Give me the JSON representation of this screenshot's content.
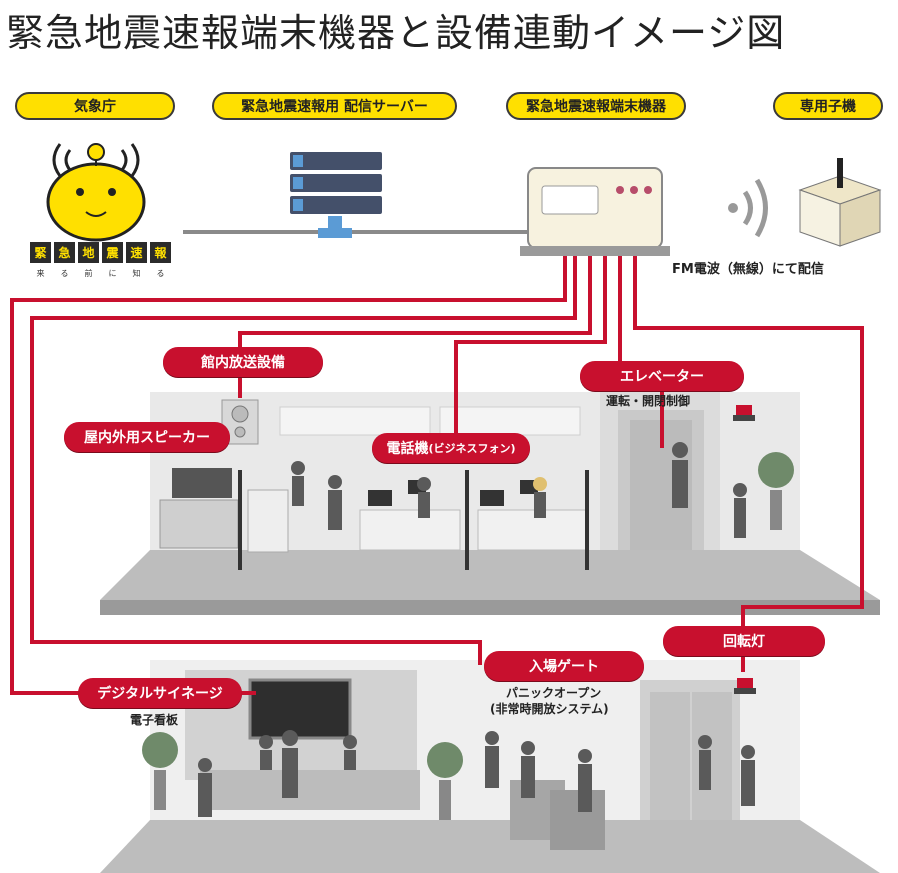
{
  "title": "緊急地震速報端末機器と設備連動イメージ図",
  "top_labels": {
    "agency": "気象庁",
    "server": "緊急地震速報用 配信サーバー",
    "terminal": "緊急地震速報端末機器",
    "handset": "専用子機"
  },
  "mascot_chars": [
    "緊",
    "急",
    "地",
    "震",
    "速",
    "報"
  ],
  "mascot_sub": [
    "来",
    "る",
    "前",
    "に",
    "知",
    "る"
  ],
  "fm_note": "FM電波（無線）にて配信",
  "equipment": {
    "broadcast": "館内放送設備",
    "speaker": "屋内外用スピーカー",
    "phone": "電話機",
    "phone_sub": "(ビジネスフォン)",
    "elevator": "エレベーター",
    "elevator_note": "運転・開閉制御",
    "rotating_light": "回転灯",
    "gate": "入場ゲート",
    "gate_note_1": "パニックオープン",
    "gate_note_2": "(非常時開放システム)",
    "signage": "デジタルサイネージ",
    "signage_note": "電子看板"
  },
  "colors": {
    "accent_yellow": "#ffe000",
    "accent_red": "#c8102e",
    "line_red": "#c8102e"
  }
}
